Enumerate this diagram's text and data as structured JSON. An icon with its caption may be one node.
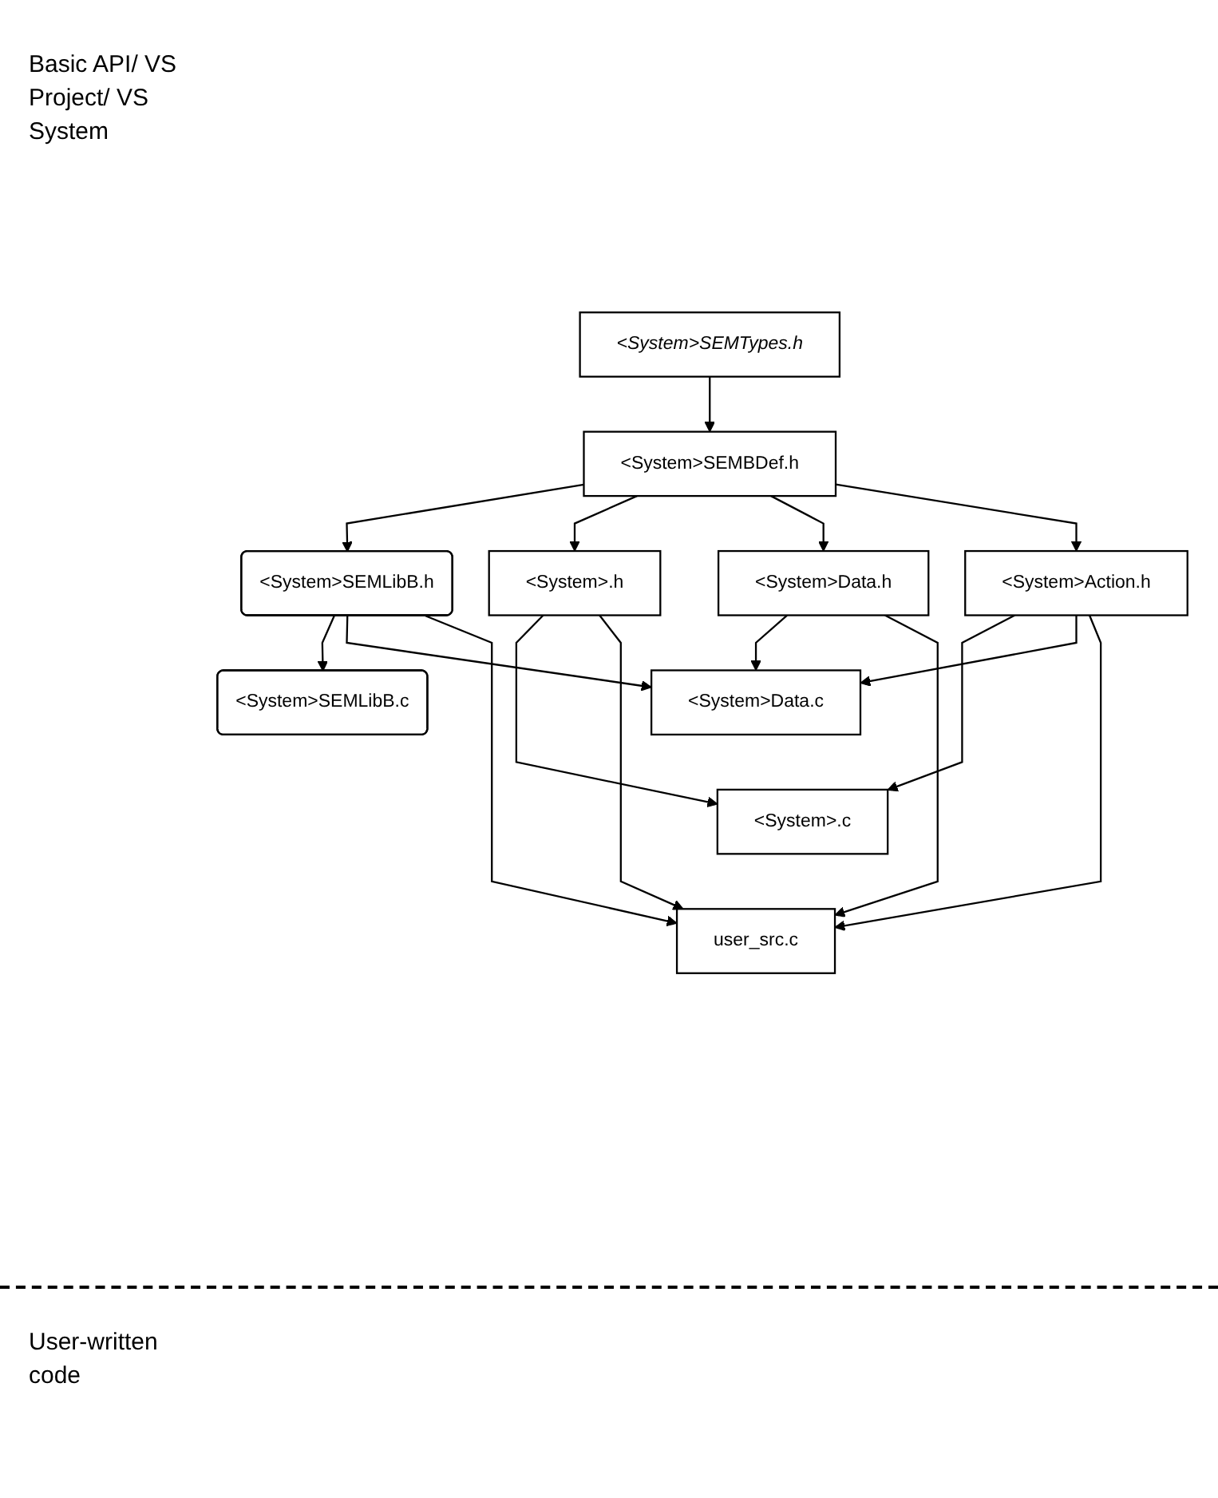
{
  "diagram": {
    "nodes": [
      {
        "text": [
          "<System>SEMTypes.h"
        ]
      },
      {
        "text": [
          "<System>SEMBDef.h"
        ]
      },
      {
        "text": [
          "<System>SEMLibB.h"
        ]
      },
      {
        "text": [
          "<System>SEMLibB.c"
        ]
      },
      {
        "text": [
          "<System>.h"
        ]
      },
      {
        "text": [
          "<System>Data.h"
        ]
      },
      {
        "text": [
          "<System>Action.h"
        ]
      },
      {
        "text": [
          "<System>.c"
        ]
      },
      {
        "text": [
          "<System>Data.c"
        ]
      },
      {
        "text": [
          "user_src.c"
        ]
      }
    ],
    "edges": [
      {
        "from": 0,
        "to": 1,
        "arrow": "to"
      },
      {
        "from": 1,
        "to": 2,
        "arrow": "to"
      },
      {
        "from": 2,
        "to": 3,
        "arrow": "to"
      },
      {
        "from": 1,
        "to": 4,
        "arrow": "to"
      },
      {
        "from": 1,
        "to": 5,
        "arrow": "to"
      },
      {
        "from": 1,
        "to": 6,
        "arrow": "to"
      },
      {
        "from": 4,
        "to": 7,
        "arrow": "to"
      },
      {
        "from": 6,
        "to": 7,
        "arrow": "to"
      },
      {
        "from": 2,
        "to": 8,
        "arrow": "to"
      },
      {
        "from": 5,
        "to": 8,
        "arrow": "to"
      },
      {
        "from": 6,
        "to": 8,
        "arrow": "to"
      },
      {
        "from": 4,
        "to": 9,
        "arrow": "to"
      },
      {
        "from": 2,
        "to": 9,
        "arrow": "to"
      },
      {
        "from": 5,
        "to": 9,
        "arrow": "to"
      },
      {
        "from": 6,
        "to": 9,
        "arrow": "to"
      }
    ],
    "labels": [
      "Basic API/ VS Project/ VS System",
      "User-written code"
    ]
  }
}
